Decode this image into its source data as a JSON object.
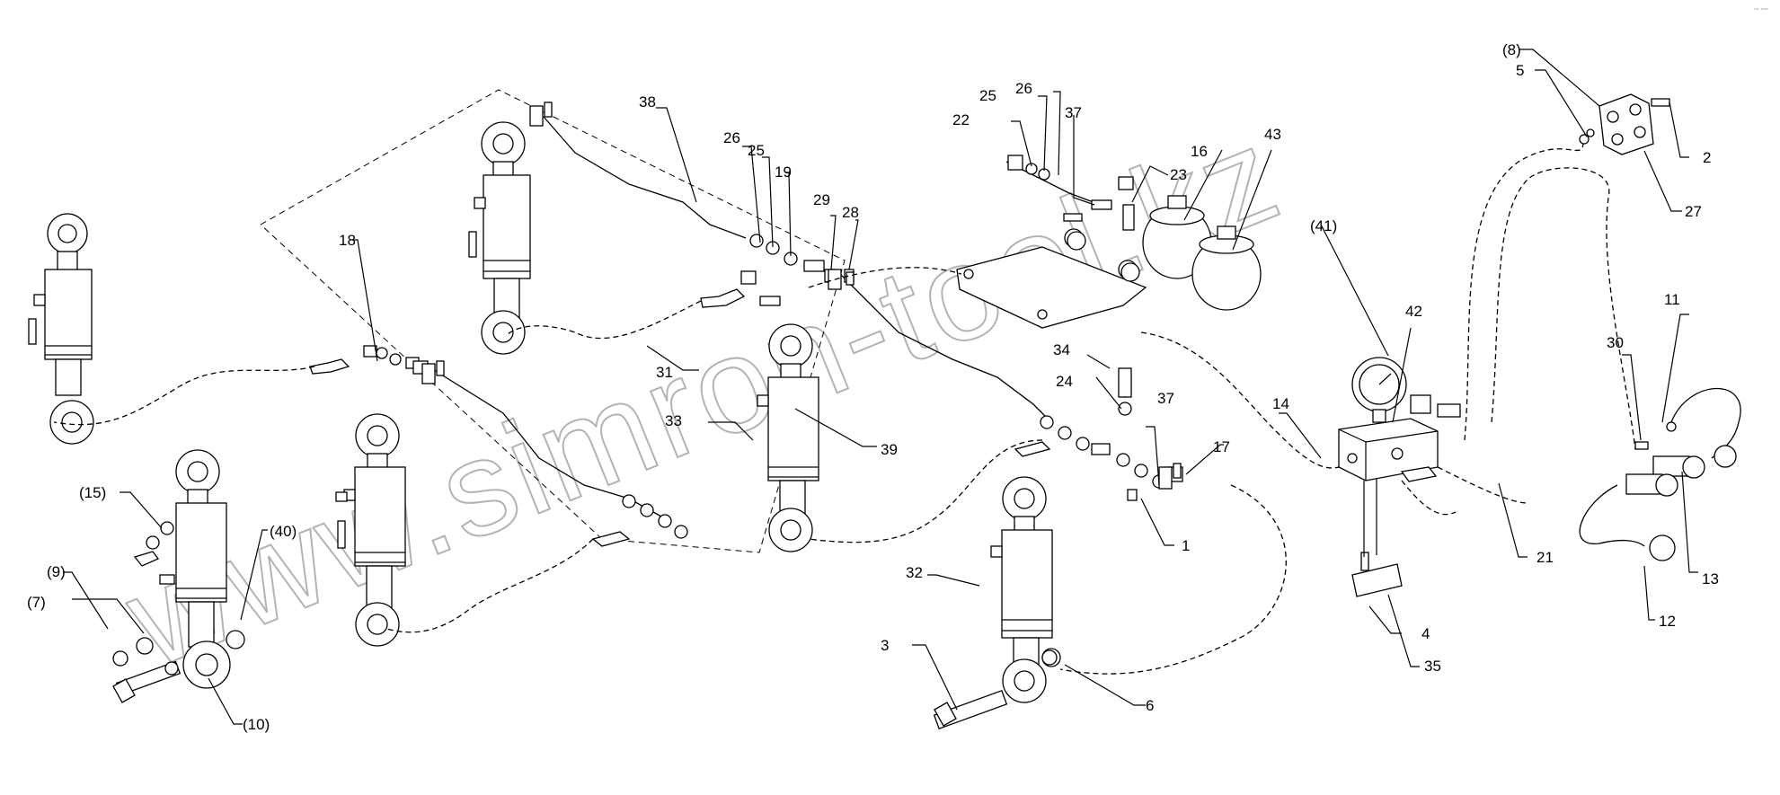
{
  "watermark": "www.simron-tool.kz",
  "corner_mark": "°° °°°",
  "callouts": {
    "c1": "1",
    "c2": "2",
    "c3": "3",
    "c4": "4",
    "c5": "5",
    "c6": "6",
    "c7": "(7)",
    "c8": "(8)",
    "c9": "(9)",
    "c10": "(10)",
    "c11": "11",
    "c12": "12",
    "c13": "13",
    "c14": "14",
    "c15": "(15)",
    "c16": "16",
    "c17": "17",
    "c18": "18",
    "c19": "19",
    "c21": "21",
    "c22": "22",
    "c23": "23",
    "c24": "24",
    "c25a": "25",
    "c25b": "25",
    "c26a": "26",
    "c26b": "26",
    "c27": "27",
    "c28": "28",
    "c29": "29",
    "c30": "30",
    "c31": "31",
    "c32": "32",
    "c33": "33",
    "c34": "34",
    "c35": "35",
    "c37a": "37",
    "c37b": "37",
    "c38": "38",
    "c39": "39",
    "c40": "(40)",
    "c41": "(41)",
    "c42": "42",
    "c43": "43"
  }
}
